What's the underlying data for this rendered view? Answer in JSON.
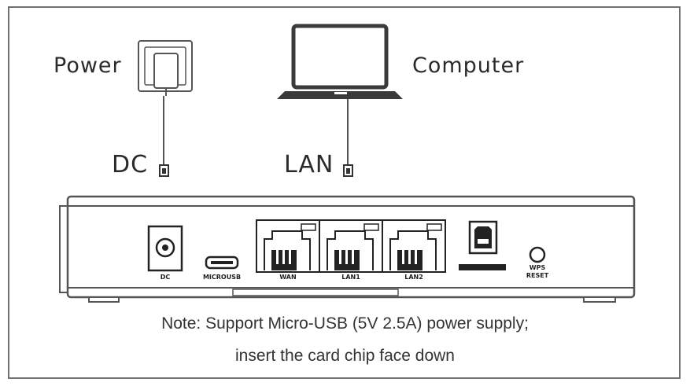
{
  "labels": {
    "power": "Power",
    "computer": "Computer",
    "dc_cable": "DC",
    "lan_cable": "LAN"
  },
  "ports": {
    "dc": "DC",
    "microusb": "MICROUSB",
    "wan": "WAN",
    "lan1": "LAN1",
    "lan2": "LAN2",
    "wps_line1": "WPS",
    "wps_line2": "RESET"
  },
  "note": {
    "line1": "Note: Support Micro-USB (5V 2.5A) power supply;",
    "line2": "insert the card chip face down"
  }
}
